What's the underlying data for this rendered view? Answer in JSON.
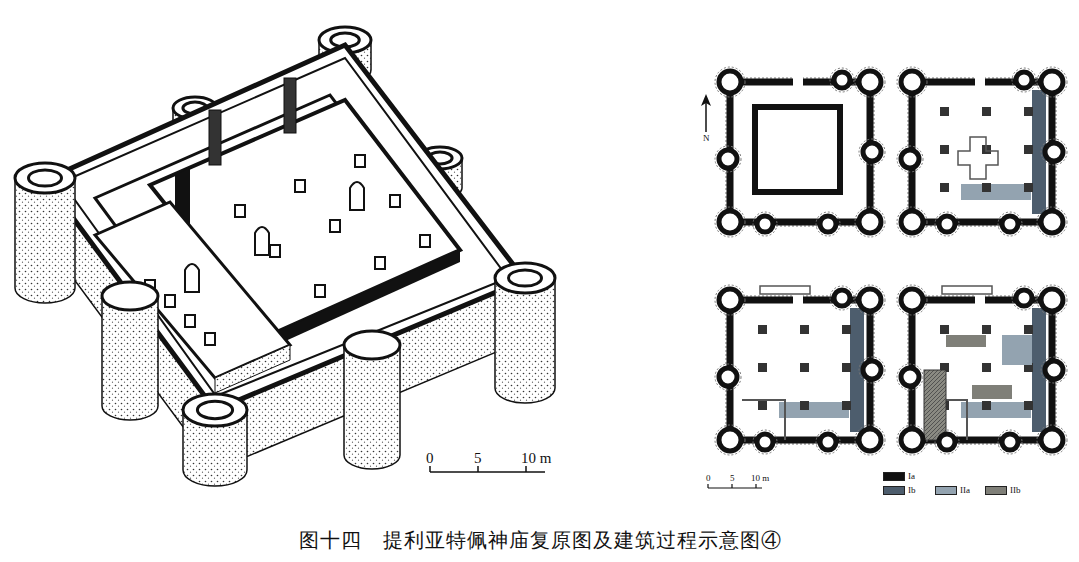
{
  "diagram": {
    "caption": "图十四　提利亚特佩神庙复原图及建筑过程示意图④",
    "labels": [
      "0",
      "5",
      "10 m",
      "N",
      "0",
      "5",
      "10 m"
    ],
    "legend": [
      {
        "text": "Ia",
        "color": "#111111"
      },
      {
        "text": "Ib",
        "color": "#4d5d6d"
      },
      {
        "text": "IIa",
        "color": "#93a3b0"
      },
      {
        "text": "IIb",
        "color": "#7f7f78"
      }
    ]
  }
}
